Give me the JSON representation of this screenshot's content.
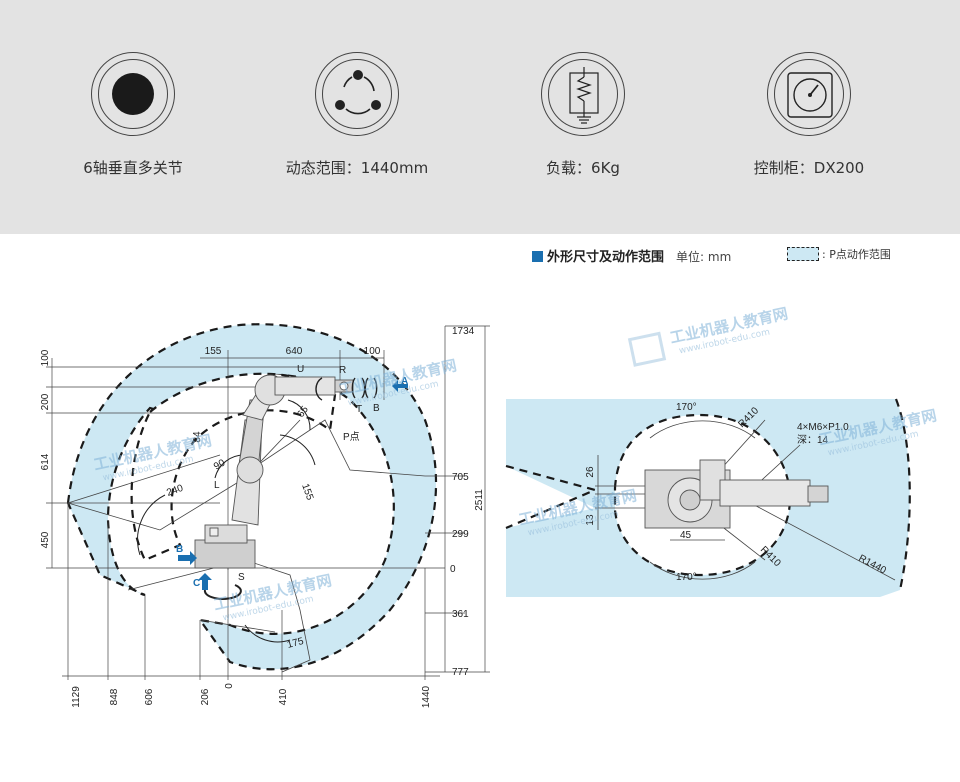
{
  "specs": {
    "axes": {
      "label": "6轴垂直多关节",
      "icon": "solid-disc-icon"
    },
    "range": {
      "label": "动态范围：1440mm",
      "icon": "motion-range-icon"
    },
    "payload": {
      "label": "负载：6Kg",
      "icon": "weight-spring-icon"
    },
    "controller": {
      "label": "控制柜：DX200",
      "icon": "gauge-icon"
    }
  },
  "legend": {
    "title": "外形尺寸及动作范围",
    "unit": "单位: mm",
    "range_label": ": P点动作范围"
  },
  "side_view": {
    "top_dims": {
      "d155": "155",
      "d640": "640",
      "d100": "100"
    },
    "left_dims": {
      "d100": "100",
      "d200": "200",
      "d84": "84",
      "d614": "614",
      "d450": "450"
    },
    "right_dims": {
      "d1734": "1734",
      "d705": "705",
      "d299": "299",
      "d0": "0",
      "d361": "361",
      "d777": "777",
      "d2511": "2511"
    },
    "bottom_dims": {
      "d1129": "1129",
      "d848": "848",
      "d606": "606",
      "d206": "206",
      "d0": "0",
      "d410": "410",
      "d1440": "1440"
    },
    "angles": {
      "a65": "65",
      "a90": "90",
      "a240": "240",
      "a155": "155",
      "a175": "175"
    },
    "axis_labels": {
      "U": "U",
      "R": "R",
      "T": "T",
      "B": "B",
      "A": "A",
      "L": "L",
      "S": "S",
      "Bview": "B",
      "C": "C",
      "P": "P点"
    }
  },
  "top_view": {
    "a170_top": "170°",
    "a170_bottom": "170°",
    "r410_top": "R410",
    "r410_bottom": "R410",
    "r1440": "R1440",
    "d26": "26",
    "d13": "13",
    "d45": "45",
    "thread": "4×M6×P1.0",
    "depth": "深：14"
  },
  "watermark": {
    "cn": "工业机器人教育网",
    "en": "www.irobot-edu.com"
  },
  "colors": {
    "band": "#e3e3e3",
    "range_fill": "#cde8f3",
    "accent": "#1a6fb0"
  }
}
